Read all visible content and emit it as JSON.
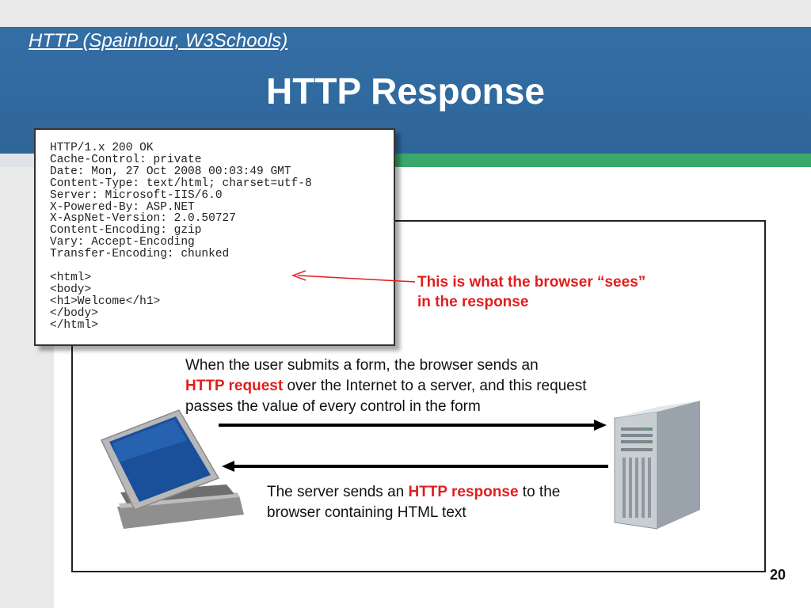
{
  "slide": {
    "subtitle_link": "HTTP (Spainhour, W3Schools)",
    "title": "HTTP Response",
    "page_number": "20"
  },
  "code_block": {
    "lines": [
      "HTTP/1.x 200 OK",
      "Cache-Control: private",
      "Date: Mon, 27 Oct 2008 00:03:49 GMT",
      "Content-Type: text/html; charset=utf-8",
      "Server: Microsoft-IIS/6.0",
      "X-Powered-By: ASP.NET",
      "X-AspNet-Version: 2.0.50727",
      "Content-Encoding: gzip",
      "Vary: Accept-Encoding",
      "Transfer-Encoding: chunked",
      "",
      "<html>",
      "<body>",
      "<h1>Welcome</h1>",
      "</body>",
      "</html>"
    ]
  },
  "annotation": {
    "line1": "This is what the browser “sees”",
    "line2": "in the response"
  },
  "request_text": {
    "part1": "When the user submits a form, the browser sends an",
    "highlight": "HTTP request",
    "part2": " over the Internet to a server, and this request passes the value of every control in the form"
  },
  "response_text": {
    "part1": "The server sends an ",
    "highlight": "HTTP response",
    "part2": " to the browser containing HTML text"
  },
  "colors": {
    "header_blue": "#336ea5",
    "accent_green": "#3aa86a",
    "highlight_red": "#e21d1d"
  },
  "icons": [
    "laptop-icon",
    "server-icon",
    "arrow-right-icon",
    "arrow-left-icon",
    "pointer-arrow-icon"
  ]
}
